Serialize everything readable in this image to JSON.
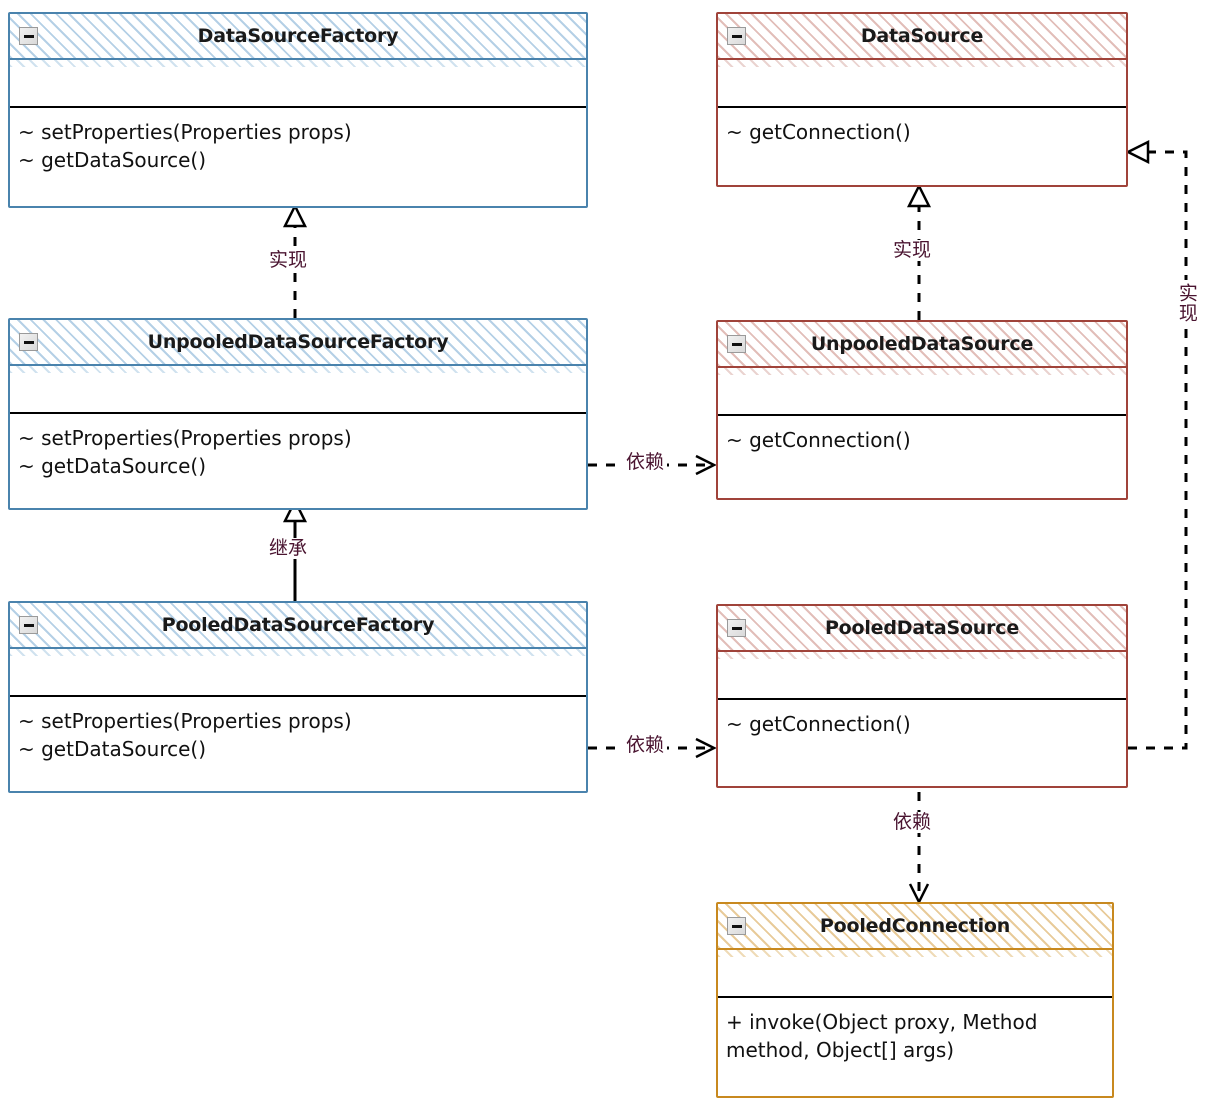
{
  "diagram": {
    "title": "MyBatis DataSource UML class diagram",
    "colors": {
      "blue": "#4a83ad",
      "red": "#a0433a",
      "orange": "#c8891f",
      "label": "#4a1430",
      "line": "#000000"
    }
  },
  "classes": [
    {
      "id": "DataSourceFactory",
      "name": "DataSourceFactory",
      "theme": "blue",
      "collapse_icon": "minus-icon",
      "attributes": [],
      "operations": [
        "~ setProperties(Properties props)",
        "~ getDataSource()"
      ]
    },
    {
      "id": "UnpooledDataSourceFactory",
      "name": "UnpooledDataSourceFactory",
      "theme": "blue",
      "collapse_icon": "minus-icon",
      "attributes": [],
      "operations": [
        "~ setProperties(Properties props)",
        "~ getDataSource()"
      ]
    },
    {
      "id": "PooledDataSourceFactory",
      "name": "PooledDataSourceFactory",
      "theme": "blue",
      "collapse_icon": "minus-icon",
      "attributes": [],
      "operations": [
        "~ setProperties(Properties props)",
        "~ getDataSource()"
      ]
    },
    {
      "id": "DataSource",
      "name": "DataSource",
      "theme": "red",
      "collapse_icon": "minus-icon",
      "attributes": [],
      "operations": [
        "~ getConnection()"
      ]
    },
    {
      "id": "UnpooledDataSource",
      "name": "UnpooledDataSource",
      "theme": "red",
      "collapse_icon": "minus-icon",
      "attributes": [],
      "operations": [
        "~ getConnection()"
      ]
    },
    {
      "id": "PooledDataSource",
      "name": "PooledDataSource",
      "theme": "red",
      "collapse_icon": "minus-icon",
      "attributes": [],
      "operations": [
        "~ getConnection()"
      ]
    },
    {
      "id": "PooledConnection",
      "name": "PooledConnection",
      "theme": "orange",
      "collapse_icon": "minus-icon",
      "attributes": [],
      "operations": [
        "+ invoke(Object proxy, Method",
        "method, Object[] args)"
      ]
    }
  ],
  "relations": [
    {
      "id": "rel-unpooledfactory-implements-factory",
      "from": "UnpooledDataSourceFactory",
      "to": "DataSourceFactory",
      "label": "实现",
      "kind": "realization",
      "line": "dashed",
      "arrow": "hollow-triangle"
    },
    {
      "id": "rel-pooledfactory-extends-unpooledfactory",
      "from": "PooledDataSourceFactory",
      "to": "UnpooledDataSourceFactory",
      "label": "继承",
      "kind": "generalization",
      "line": "solid",
      "arrow": "hollow-triangle"
    },
    {
      "id": "rel-unpooleddatasource-implements-datasource",
      "from": "UnpooledDataSource",
      "to": "DataSource",
      "label": "实现",
      "kind": "realization",
      "line": "dashed",
      "arrow": "hollow-triangle"
    },
    {
      "id": "rel-pooleddatasource-implements-datasource",
      "from": "PooledDataSource",
      "to": "DataSource",
      "label": "实现",
      "kind": "realization",
      "line": "dashed",
      "arrow": "hollow-triangle"
    },
    {
      "id": "rel-unpooledfactory-depends-unpooleddatasource",
      "from": "UnpooledDataSourceFactory",
      "to": "UnpooledDataSource",
      "label": "依赖",
      "kind": "dependency",
      "line": "dashed",
      "arrow": "open"
    },
    {
      "id": "rel-pooledfactory-depends-pooleddatasource",
      "from": "PooledDataSourceFactory",
      "to": "PooledDataSource",
      "label": "依赖",
      "kind": "dependency",
      "line": "dashed",
      "arrow": "open"
    },
    {
      "id": "rel-pooleddatasource-depends-pooledconnection",
      "from": "PooledDataSource",
      "to": "PooledConnection",
      "label": "依赖",
      "kind": "dependency",
      "line": "dashed",
      "arrow": "open"
    }
  ]
}
